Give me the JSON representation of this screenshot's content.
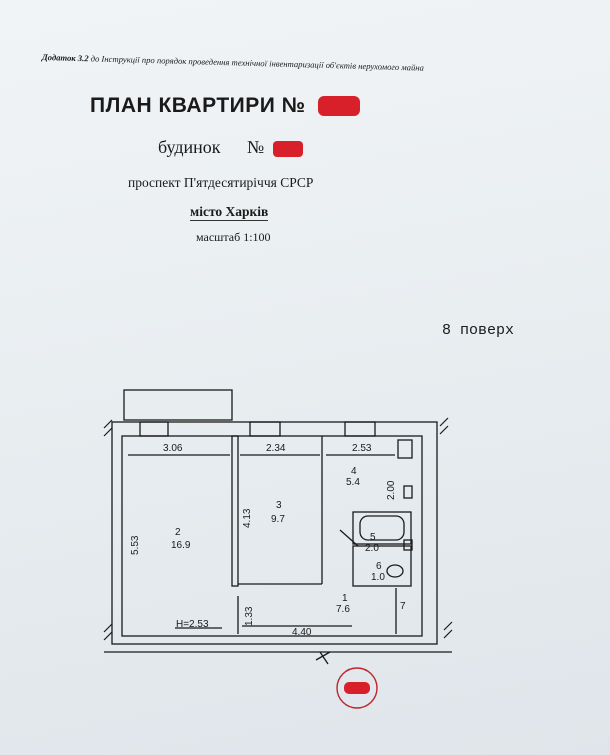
{
  "header": {
    "appendix_bold": "Додаток 3.2",
    "appendix_text": "до Інструкції про порядок проведення технічної інвентаризації об'єктів нерухомого майна"
  },
  "document": {
    "title": "ПЛАН КВАРТИРИ №",
    "house_label": "будинок",
    "house_no_sign": "№",
    "street": "проспект П'ятдесятиріччя СРСР",
    "city": "місто Харків",
    "scale": "масштаб 1:100",
    "floor": "8 поверх"
  },
  "plan": {
    "dimensions": {
      "room2_width": "3.06",
      "room3_width": "2.34",
      "room4_width": "2.53",
      "room2_length": "5.53",
      "room3_length": "4.13",
      "room4_length": "2.00",
      "hall_width": "1.33",
      "corridor_length": "4.40",
      "ceiling_height": "H=2.53"
    },
    "rooms": [
      {
        "number": "2",
        "area": "16.9"
      },
      {
        "number": "3",
        "area": "9.7"
      },
      {
        "number": "4",
        "area": "5.4"
      },
      {
        "number": "5",
        "area": "2.0"
      },
      {
        "number": "6",
        "area": "1.0"
      },
      {
        "number": "1",
        "area": "7.6"
      },
      {
        "number": "7",
        "area": ""
      }
    ]
  },
  "colors": {
    "redaction": "#d8202b",
    "wall": "#1a1a1a",
    "paper": "#eef2f5"
  }
}
